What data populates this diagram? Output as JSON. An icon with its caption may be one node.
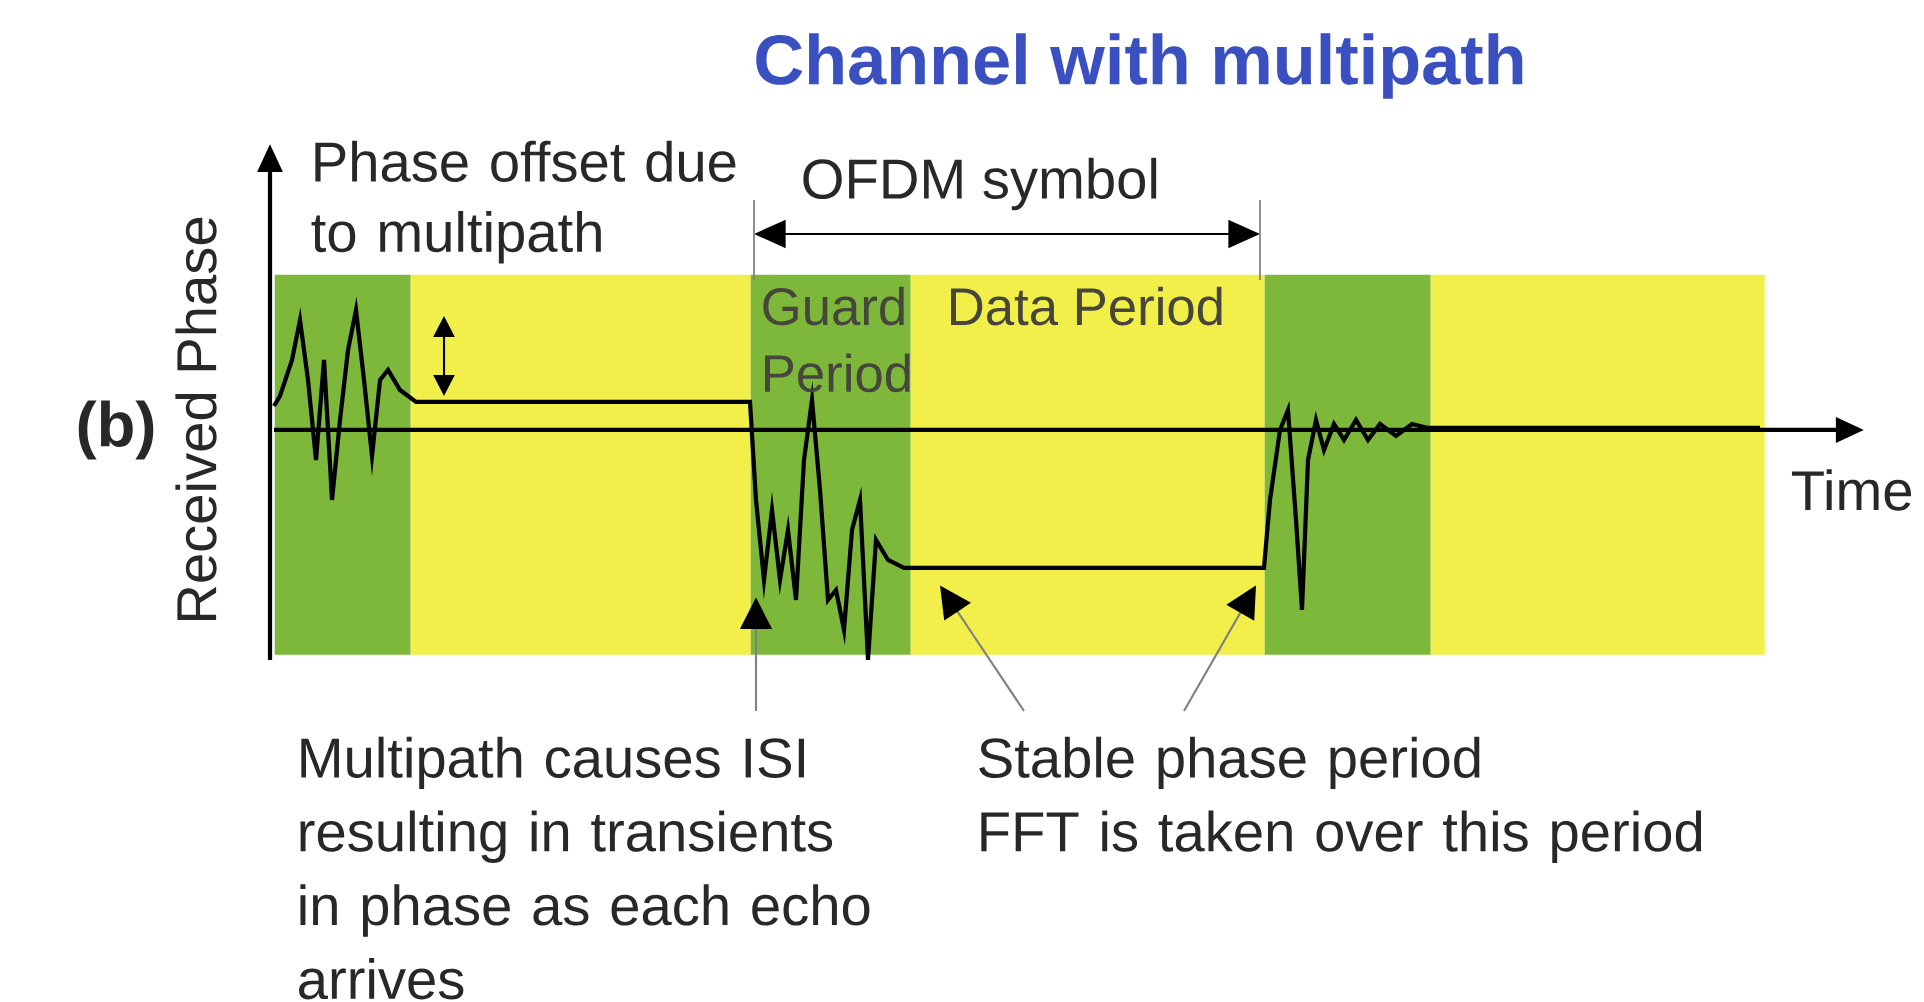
{
  "diagram": {
    "title": "Channel with multipath",
    "nodes": [
      {
        "text": [],
        "shape": "box"
      },
      {
        "text": [],
        "shape": "box"
      },
      {
        "text": [
          "Guard Period"
        ]
      },
      {
        "text": [
          "Data Period"
        ]
      },
      {
        "text": [],
        "shape": "box"
      },
      {
        "text": [],
        "shape": "box"
      },
      {
        "text": [
          "Multipath causes ISI resulting in transients in phase as each echo arrives"
        ]
      },
      {
        "text": [
          "Stable phase period",
          "FFT is taken over this period"
        ]
      }
    ],
    "edges": [
      {
        "from": 6,
        "to": 2,
        "arrow": "to"
      },
      {
        "from": 7,
        "to": 3,
        "arrow": "to"
      },
      {
        "from": 7,
        "to": 3,
        "arrow": "to"
      }
    ],
    "labels": [
      "(b)",
      "Received Phase",
      "Time",
      "Phase offset due to multipath",
      "OFDM symbol"
    ]
  }
}
